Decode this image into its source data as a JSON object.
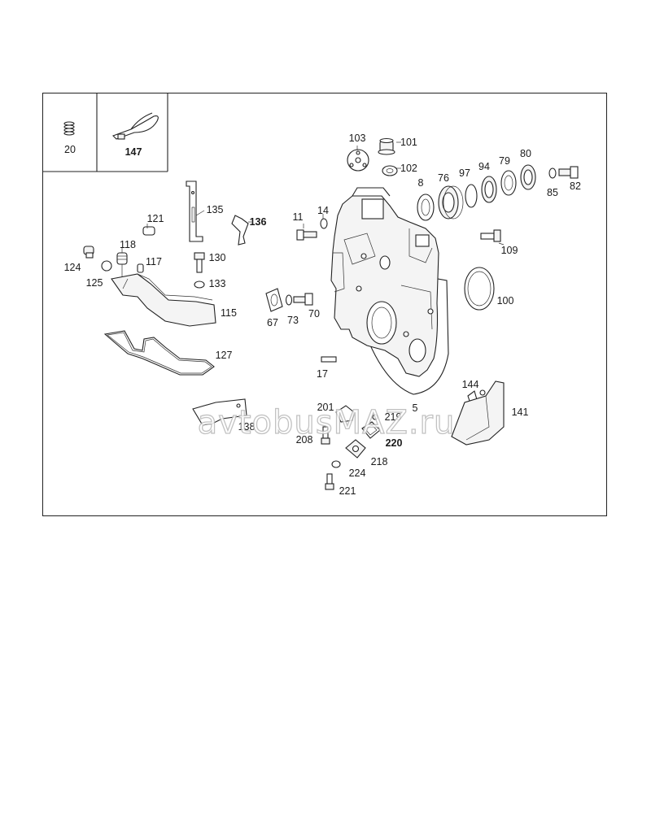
{
  "diagram": {
    "inset_parts": [
      {
        "id": "20",
        "label": "20",
        "icon": "spring-icon"
      },
      {
        "id": "147",
        "label": "147",
        "icon": "cable-tie-icon"
      }
    ],
    "callouts": [
      {
        "id": "103",
        "label": "103"
      },
      {
        "id": "101",
        "label": "101"
      },
      {
        "id": "102",
        "label": "102"
      },
      {
        "id": "8",
        "label": "8"
      },
      {
        "id": "76",
        "label": "76"
      },
      {
        "id": "97",
        "label": "97"
      },
      {
        "id": "94",
        "label": "94"
      },
      {
        "id": "79",
        "label": "79"
      },
      {
        "id": "80",
        "label": "80"
      },
      {
        "id": "85",
        "label": "85"
      },
      {
        "id": "82",
        "label": "82"
      },
      {
        "id": "121",
        "label": "121"
      },
      {
        "id": "135",
        "label": "135"
      },
      {
        "id": "136",
        "label": "136"
      },
      {
        "id": "11",
        "label": "11"
      },
      {
        "id": "14",
        "label": "14"
      },
      {
        "id": "118",
        "label": "118"
      },
      {
        "id": "117",
        "label": "117"
      },
      {
        "id": "124",
        "label": "124"
      },
      {
        "id": "125",
        "label": "125"
      },
      {
        "id": "130",
        "label": "130"
      },
      {
        "id": "133",
        "label": "133"
      },
      {
        "id": "109",
        "label": "109"
      },
      {
        "id": "100",
        "label": "100"
      },
      {
        "id": "115",
        "label": "115"
      },
      {
        "id": "67",
        "label": "67"
      },
      {
        "id": "73",
        "label": "73"
      },
      {
        "id": "70",
        "label": "70"
      },
      {
        "id": "127",
        "label": "127"
      },
      {
        "id": "17",
        "label": "17"
      },
      {
        "id": "144",
        "label": "144"
      },
      {
        "id": "141",
        "label": "141"
      },
      {
        "id": "201",
        "label": "201"
      },
      {
        "id": "5",
        "label": "5"
      },
      {
        "id": "219",
        "label": "219"
      },
      {
        "id": "138",
        "label": "138"
      },
      {
        "id": "208",
        "label": "208"
      },
      {
        "id": "220",
        "label": "220"
      },
      {
        "id": "218",
        "label": "218"
      },
      {
        "id": "224",
        "label": "224"
      },
      {
        "id": "221",
        "label": "221"
      }
    ],
    "watermark": "avtobusMAZ.ru"
  }
}
